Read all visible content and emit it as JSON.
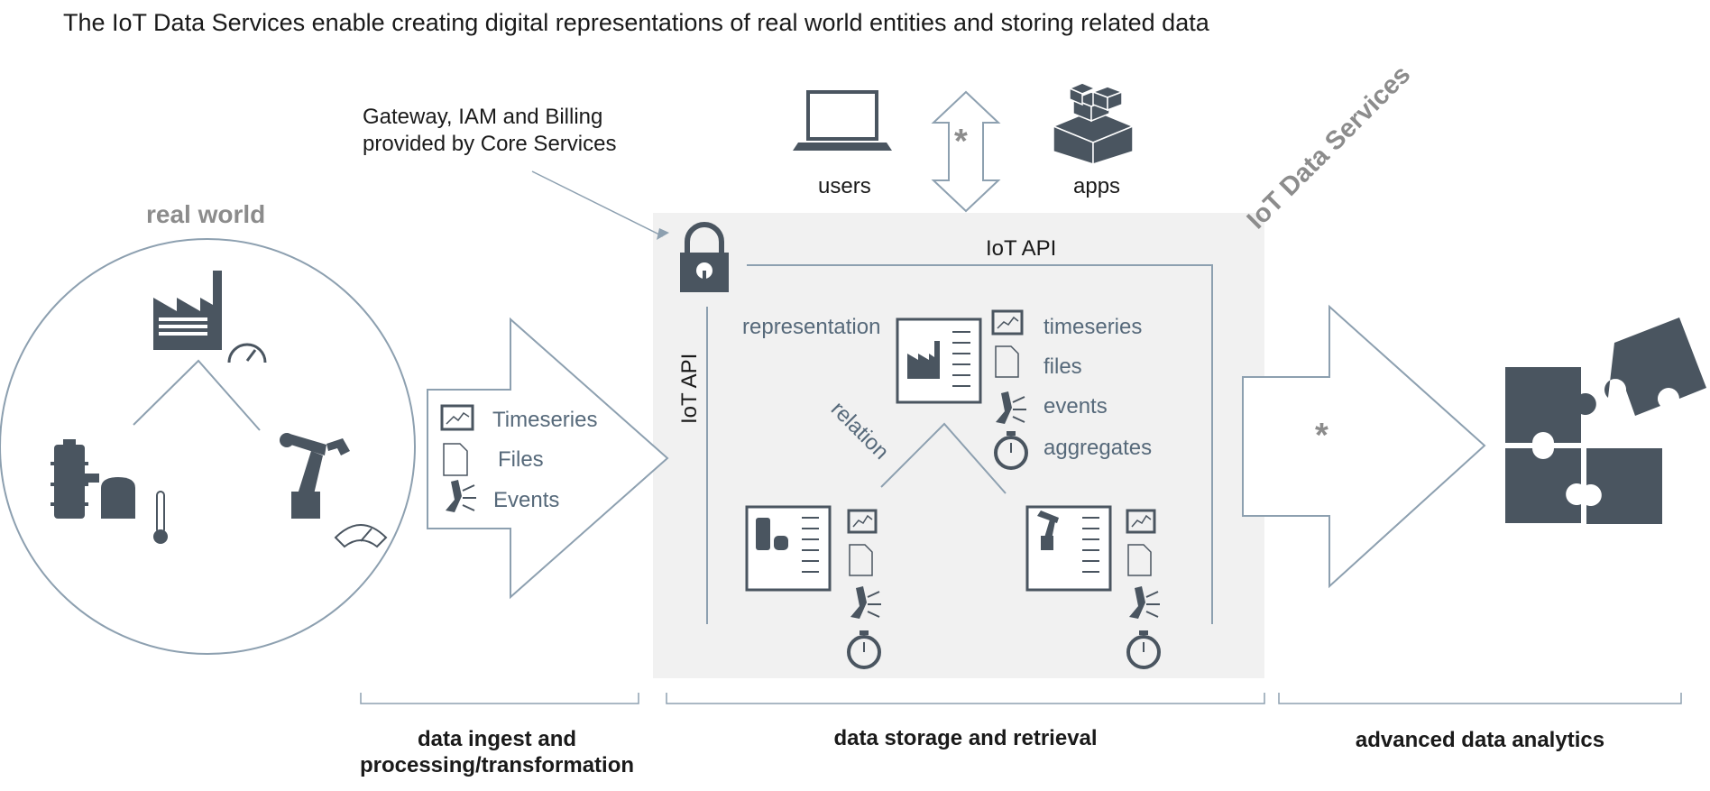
{
  "title": "The IoT Data Services enable creating digital representations of real world entities and storing related data",
  "core_note": [
    "Gateway, IAM and Billing",
    "provided by Core Services"
  ],
  "real_world_label": "real world",
  "top": {
    "users": "users",
    "apps": "apps",
    "arrow_mark": "*"
  },
  "brand_label": "IoT Data Services",
  "ingest_items": [
    "Timeseries",
    "Files",
    "Events"
  ],
  "storage": {
    "api_top": "IoT API",
    "api_left": "IoT API",
    "representation": "representation",
    "relation": "relation",
    "items": [
      "timeseries",
      "files",
      "events",
      "aggregates"
    ]
  },
  "analytics_mark": "*",
  "sections": {
    "ingest": [
      "data ingest and",
      "processing/transformation"
    ],
    "storage": "data storage and retrieval",
    "analytics": "advanced data analytics"
  },
  "colors": {
    "icon": "#4a5560",
    "line": "#8da0b0",
    "panel": "#f1f1f1",
    "accent_text": "#56697a"
  }
}
